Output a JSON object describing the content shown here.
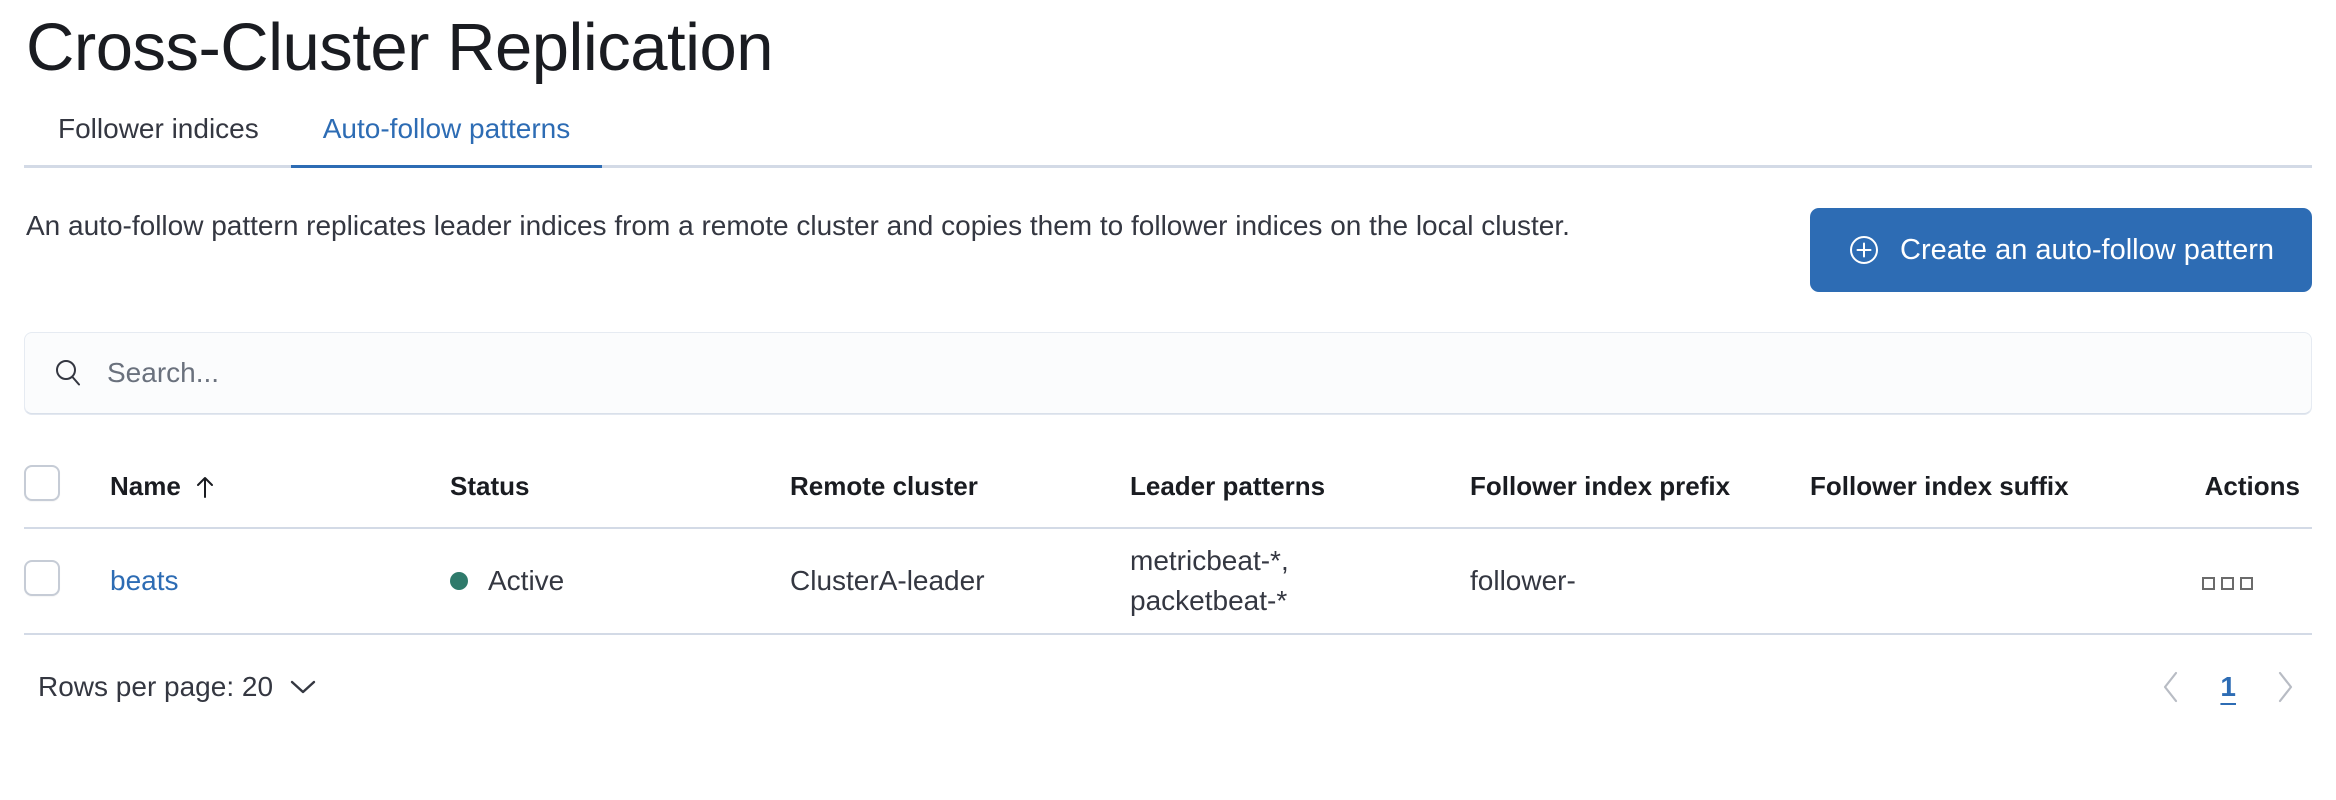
{
  "page": {
    "title": "Cross-Cluster Replication"
  },
  "tabs": [
    {
      "label": "Follower indices",
      "active": false
    },
    {
      "label": "Auto-follow patterns",
      "active": true
    }
  ],
  "description": {
    "text": "An auto-follow pattern replicates leader indices from a remote cluster and copies them to follower indices on the local cluster."
  },
  "create_button": {
    "label": "Create an auto-follow pattern",
    "icon": "plus-in-circle-icon",
    "background_color": "#2d6cb4",
    "text_color": "#ffffff"
  },
  "search": {
    "placeholder": "Search...",
    "value": "",
    "icon": "search-icon"
  },
  "table": {
    "columns": [
      {
        "key": "checkbox",
        "label": ""
      },
      {
        "key": "name",
        "label": "Name",
        "sorted": true,
        "sort_direction": "asc",
        "sort_icon": "arrow-up-icon"
      },
      {
        "key": "status",
        "label": "Status"
      },
      {
        "key": "remote_cluster",
        "label": "Remote cluster"
      },
      {
        "key": "leader_patterns",
        "label": "Leader patterns"
      },
      {
        "key": "follower_index_prefix",
        "label": "Follower index prefix"
      },
      {
        "key": "follower_index_suffix",
        "label": "Follower index suffix"
      },
      {
        "key": "actions",
        "label": "Actions"
      }
    ],
    "rows": [
      {
        "name": "beats",
        "status": "Active",
        "status_color": "#2f7a6b",
        "remote_cluster": "ClusterA-leader",
        "leader_patterns": "metricbeat-*,\npacketbeat-*",
        "follower_index_prefix": "follower-",
        "follower_index_suffix": "",
        "actions_icon": "more-actions-icon"
      }
    ]
  },
  "footer": {
    "rows_per_page_label": "Rows per page: 20",
    "rows_per_page_icon": "chevron-down-icon",
    "pagination": {
      "previous_icon": "chevron-left-icon",
      "next_icon": "chevron-right-icon",
      "current_page": "1"
    }
  },
  "colors": {
    "accent_blue": "#2d6cb4",
    "text_dark": "#1a1c21",
    "text_body": "#343741",
    "border": "#d3dae6",
    "status_green": "#2f7a6b"
  }
}
